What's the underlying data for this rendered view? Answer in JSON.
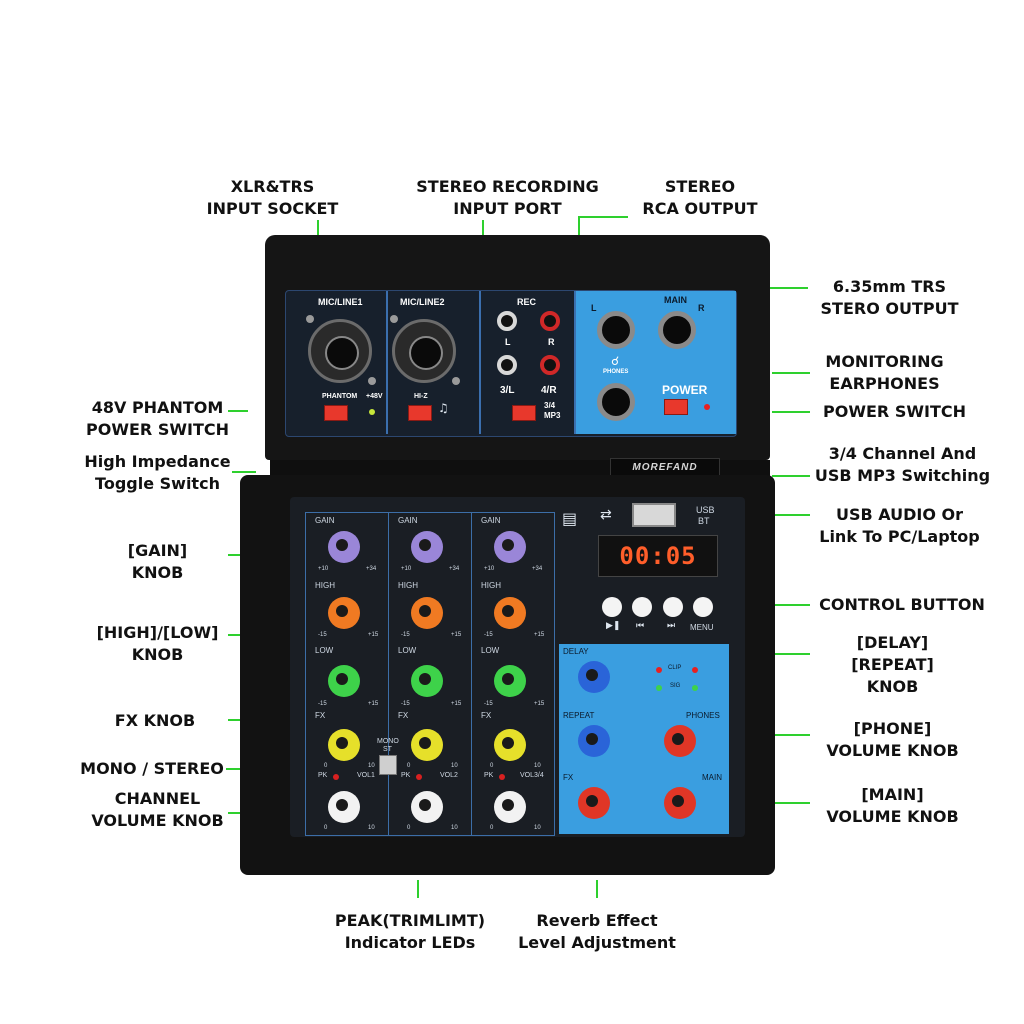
{
  "callouts": {
    "xlr_trs": [
      "XLR&TRS",
      "INPUT SOCKET"
    ],
    "stereo_recording": [
      "STEREO RECORDING",
      "INPUT PORT"
    ],
    "stereo_rca": [
      "STEREO",
      "RCA OUTPUT"
    ],
    "trs_output": [
      "6.35mm TRS",
      "STERO OUTPUT"
    ],
    "monitoring": [
      "MONITORING",
      "EARPHONES"
    ],
    "power_switch": "POWER SWITCH",
    "phantom": [
      "48V PHANTOM",
      "POWER SWITCH"
    ],
    "hi_z": [
      "High Impedance",
      "Toggle Switch"
    ],
    "channel_switch": [
      "3/4 Channel And",
      "USB MP3 Switching"
    ],
    "usb_audio": [
      "USB AUDIO Or",
      "Link To PC/Laptop"
    ],
    "gain_knob": [
      "[GAIN]",
      "KNOB"
    ],
    "control_button": "CONTROL BUTTON",
    "high_low": [
      "[HIGH]/[LOW]",
      "KNOB"
    ],
    "delay_repeat": [
      "[DELAY]",
      "[REPEAT]",
      "KNOB"
    ],
    "fx_knob": "FX KNOB",
    "phone_volume": [
      "[PHONE]",
      "VOLUME KNOB"
    ],
    "mono_stereo": "MONO / STEREO",
    "channel_volume": [
      "CHANNEL",
      "VOLUME KNOB"
    ],
    "main_volume": [
      "[MAIN]",
      "VOLUME KNOB"
    ],
    "peak": [
      "PEAK(TRIMLIMT)",
      "Indicator LEDs"
    ],
    "reverb": [
      "Reverb Effect",
      "Level Adjustment"
    ]
  },
  "panel": {
    "mic_line1": "MIC/LINE1",
    "mic_line2": "MIC/LINE2",
    "rec": "REC",
    "main": "MAIN",
    "l": "L",
    "r": "R",
    "phantom": "PHANTOM",
    "v48": "+48V",
    "hi_z": "HI-Z",
    "ch_3l": "3/L",
    "ch_4r": "4/R",
    "sw_34": "3/4",
    "sw_mp3": "MP3",
    "phones": "PHONES",
    "power": "POWER",
    "brand": "MOREFAND",
    "usb_bt": [
      "USB",
      "BT"
    ],
    "display": "00:05",
    "menu": "MENU",
    "gain": "GAIN",
    "high": "HIGH",
    "low": "LOW",
    "fx": "FX",
    "gain_range": [
      "+10",
      "+34"
    ],
    "eq_range": [
      "-15",
      "+15"
    ],
    "vol_range": [
      "0",
      "10"
    ],
    "pk": "PK",
    "vol1": "VOL1",
    "vol2": "VOL2",
    "vol34": "VOL3/4",
    "mono_st": [
      "MONO",
      "ST"
    ],
    "delay": "DELAY",
    "repeat": "REPEAT",
    "phones_knob": "PHONES",
    "fx_knob": "FX",
    "main_knob": "MAIN",
    "clip": "CLIP",
    "sig": "SIG"
  },
  "colors": {
    "leader": "#2ed02e",
    "panel_blue": "#3a9ee0",
    "gain_knob": "#9a86d8",
    "high_knob": "#f07a22",
    "low_knob": "#3ed24a",
    "fx_knob": "#e6e02a",
    "vol_knob": "#f2f2f2",
    "blue_knob": "#2a64d8",
    "red_knob": "#e03626"
  },
  "icons": [
    "laptop-icon",
    "usb-icon",
    "headphones-icon",
    "guitar-icon",
    "play-pause-icon",
    "prev-icon",
    "next-icon"
  ]
}
